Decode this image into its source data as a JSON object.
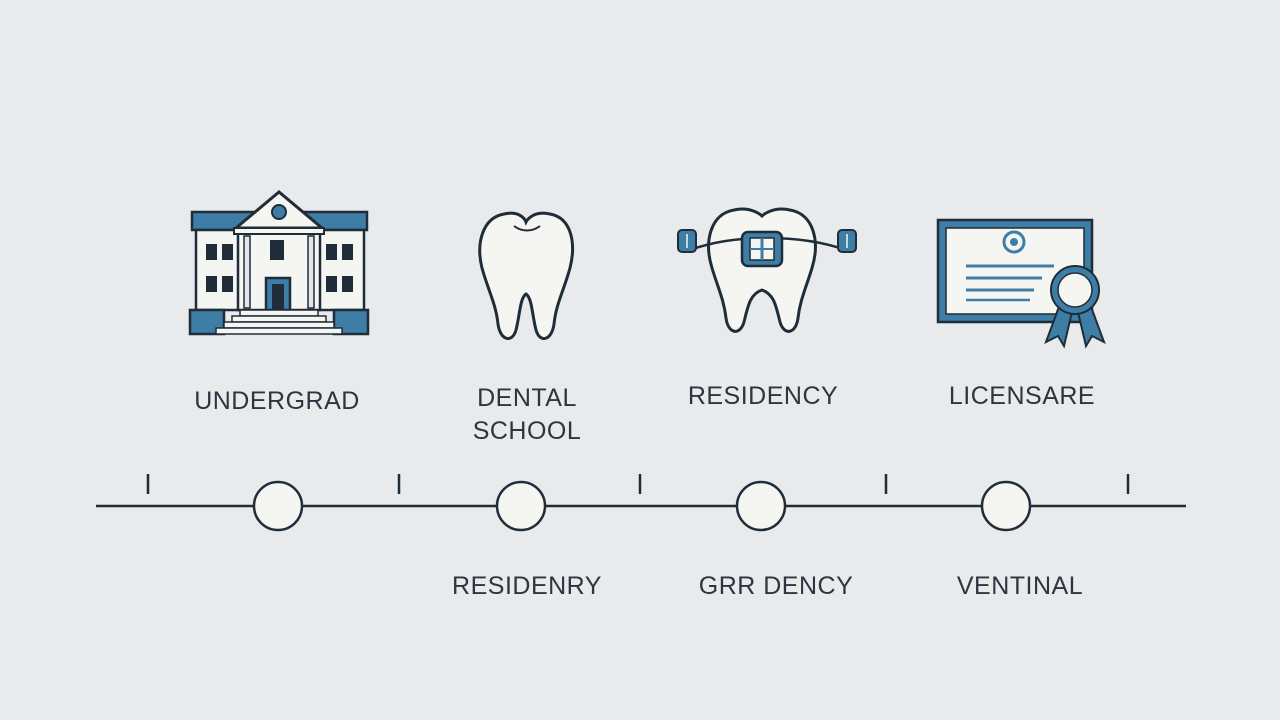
{
  "colors": {
    "background": "#e9eaeb",
    "accent_blue": "#3e7ea6",
    "outline": "#1f2d38",
    "fill_light": "#f5f5f2",
    "text": "#2b3641"
  },
  "stages": [
    {
      "icon": "university-building-icon",
      "label": "UNDERGRAD"
    },
    {
      "icon": "tooth-icon",
      "label_lines": [
        "DENTAL",
        "SCHOOL"
      ]
    },
    {
      "icon": "tooth-with-braces-icon",
      "label": "RESIDENCY"
    },
    {
      "icon": "certificate-ribbon-icon",
      "label": "LICENSARE"
    }
  ],
  "sub_labels": [
    "RESIDENRY",
    "GRR DENCY",
    "VENTINAL"
  ],
  "timeline": {
    "milestone_count": 4,
    "tick_count": 5
  }
}
